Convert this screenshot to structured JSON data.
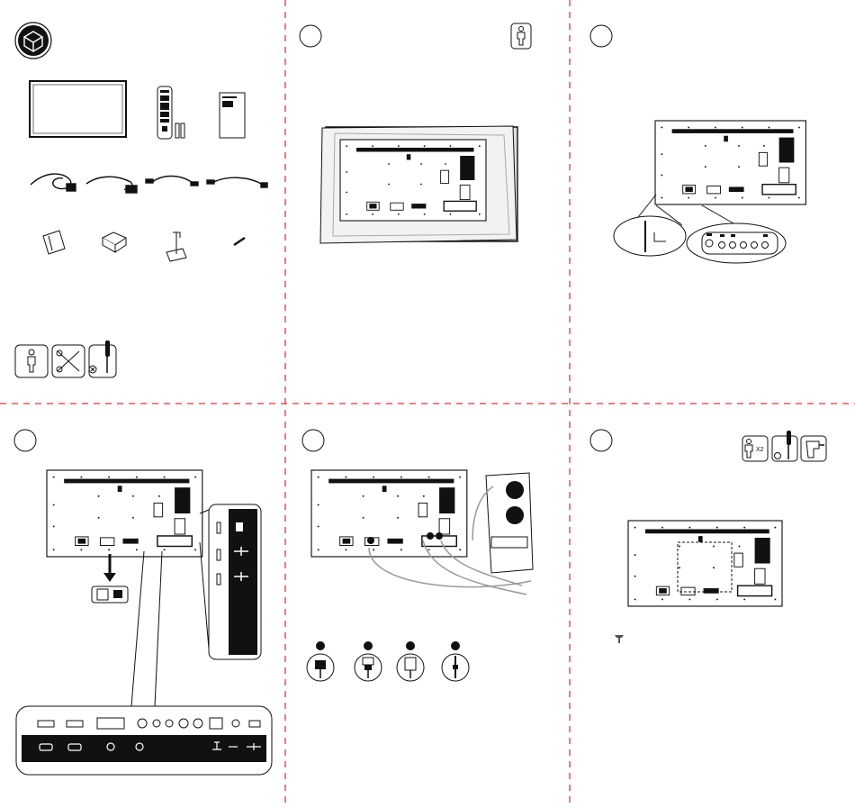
{
  "colors": {
    "divider": "#e0363b",
    "line": "#111111",
    "fill_gray": "#bdbdbd",
    "fill_dark": "#111111"
  },
  "panels": [
    {
      "id": "box-contents",
      "step_icon": "box-icon"
    },
    {
      "id": "step-1",
      "step_icon": "step-circle",
      "badge": "person-icon"
    },
    {
      "id": "step-2",
      "step_icon": "step-circle"
    },
    {
      "id": "step-3",
      "step_icon": "step-circle"
    },
    {
      "id": "step-4",
      "step_icon": "step-circle"
    },
    {
      "id": "step-5",
      "step_icon": "step-circle"
    }
  ],
  "box_contents": {
    "items": [
      "monitor-icon",
      "remote-control-icon",
      "manual-icon",
      "power-cord-icon",
      "hdmi-cable-icon",
      "audio-cable-icon",
      "ir-cable-icon",
      "cloth-icon",
      "adapter-icon",
      "stand-icon",
      "screw-icon"
    ],
    "tools": [
      "person-icon",
      "cutter-icon",
      "screwdriver-icon"
    ]
  },
  "step5": {
    "people_count": "X2"
  }
}
